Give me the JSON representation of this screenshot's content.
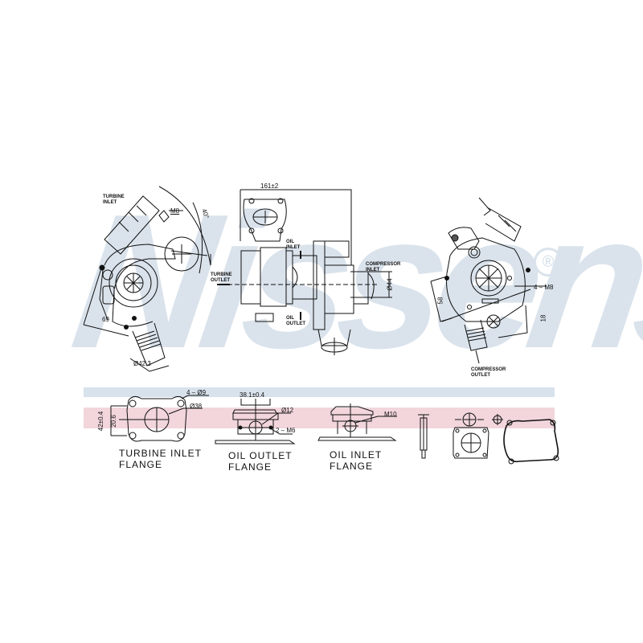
{
  "watermark": {
    "brand": "Nissens",
    "registered_mark": "®",
    "color": "#dae3ec"
  },
  "bands": {
    "blue_color": "#d8e2ec",
    "red_color": "#f2d6dc"
  },
  "views": {
    "turbine_side": {
      "label_turbine_inlet_1": "TURBINE",
      "label_turbine_inlet_2": "INLET",
      "thread": "M8",
      "angle": "40°",
      "dim_width": "69",
      "dim_outlet_dia": "Ø42.3"
    },
    "side_view": {
      "dim_length": "161±2",
      "label_oil_inlet_1": "OIL",
      "label_oil_inlet_2": "INLET",
      "label_oil_outlet_1": "OIL",
      "label_oil_outlet_2": "OUTLET",
      "label_turbine_outlet_1": "TURBINE",
      "label_turbine_outlet_2": "OUTLET",
      "label_compressor_inlet_1": "COMPRESSOR",
      "label_compressor_inlet_2": "INLET",
      "dim_compressor_inlet_dia": "Ø44"
    },
    "compressor_side": {
      "thread": "4 – M8",
      "dim_left": "58",
      "dim_right": "18",
      "label_compressor_outlet_1": "COMPRESSOR",
      "label_compressor_outlet_2": "OUTLET"
    }
  },
  "flanges": {
    "turbine_inlet": {
      "caption_1": "TURBINE  INLET",
      "caption_2": "FLANGE",
      "holes": "4 – Ø9",
      "bore": "Ø38",
      "dim_outer": "42±0.4",
      "dim_inner": "20.6"
    },
    "oil_outlet": {
      "caption_1": "OIL  OUTLET",
      "caption_2": "FLANGE",
      "dim_spacing": "38.1±0.4",
      "bore": "Ø12",
      "thread": "2 – M6"
    },
    "oil_inlet": {
      "caption_1": "OIL  INLET",
      "caption_2": "FLANGE",
      "thread": "M10"
    }
  }
}
